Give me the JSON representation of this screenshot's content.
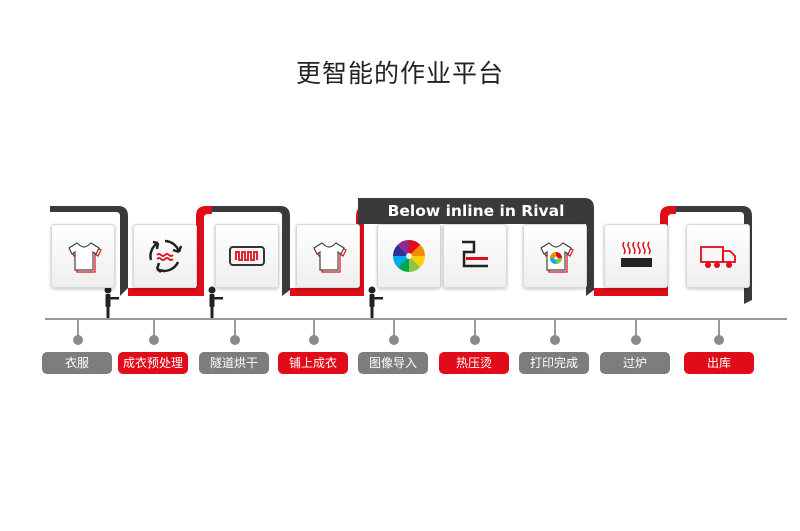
{
  "title": "更智能的作业平台",
  "banner_label": "Below inline in Rival",
  "colors": {
    "accent_red": "#e10c1a",
    "dark_track": "#3a3a3a",
    "gray_pill": "#7d7d7d"
  },
  "steps": [
    {
      "label": "衣服",
      "icon": "tshirt-icon",
      "style": "gray"
    },
    {
      "label": "成衣预处理",
      "icon": "recycle-icon",
      "style": "red"
    },
    {
      "label": "隧道烘干",
      "icon": "heater-coil-icon",
      "style": "gray"
    },
    {
      "label": "铺上成衣",
      "icon": "tshirt-icon",
      "style": "red"
    },
    {
      "label": "图像导入",
      "icon": "color-wheel-icon",
      "style": "gray"
    },
    {
      "label": "热压烫",
      "icon": "heat-press-icon",
      "style": "red"
    },
    {
      "label": "打印完成",
      "icon": "printed-tshirt-icon",
      "style": "gray"
    },
    {
      "label": "过炉",
      "icon": "oven-icon",
      "style": "gray"
    },
    {
      "label": "出库",
      "icon": "truck-icon",
      "style": "red"
    }
  ]
}
